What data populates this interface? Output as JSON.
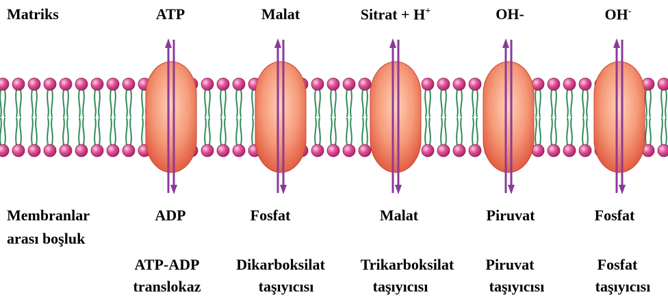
{
  "labels": {
    "matrix": "Matriks",
    "intermembrane_line1": "Membranlar",
    "intermembrane_line2": "arası boşluk"
  },
  "transporters": [
    {
      "top": "ATP",
      "bottom": "ADP",
      "name1": "ATP-ADP",
      "name2": "translokaz"
    },
    {
      "top": "Malat",
      "bottom": "Fosfat",
      "name1": "Dikarboksilat",
      "name2": "taşıyıcısı"
    },
    {
      "top": "Sitrat + H",
      "top_sup": "+",
      "bottom": "Malat",
      "name1": "Trikarboksilat",
      "name2": "taşıyıcısı"
    },
    {
      "top": "OH-",
      "bottom": "Piruvat",
      "name1": "Piruvat",
      "name2": "taşıyıcısı"
    },
    {
      "top": "OH",
      "top_sup": "-",
      "bottom": "Fosfat",
      "name1": "Fosfat",
      "name2": "taşıyıcısı"
    }
  ],
  "colors": {
    "head": "#d63a8a",
    "tail": "#2e8b57",
    "protein": "#f08a6a",
    "arrow": "#8a3a9a"
  }
}
